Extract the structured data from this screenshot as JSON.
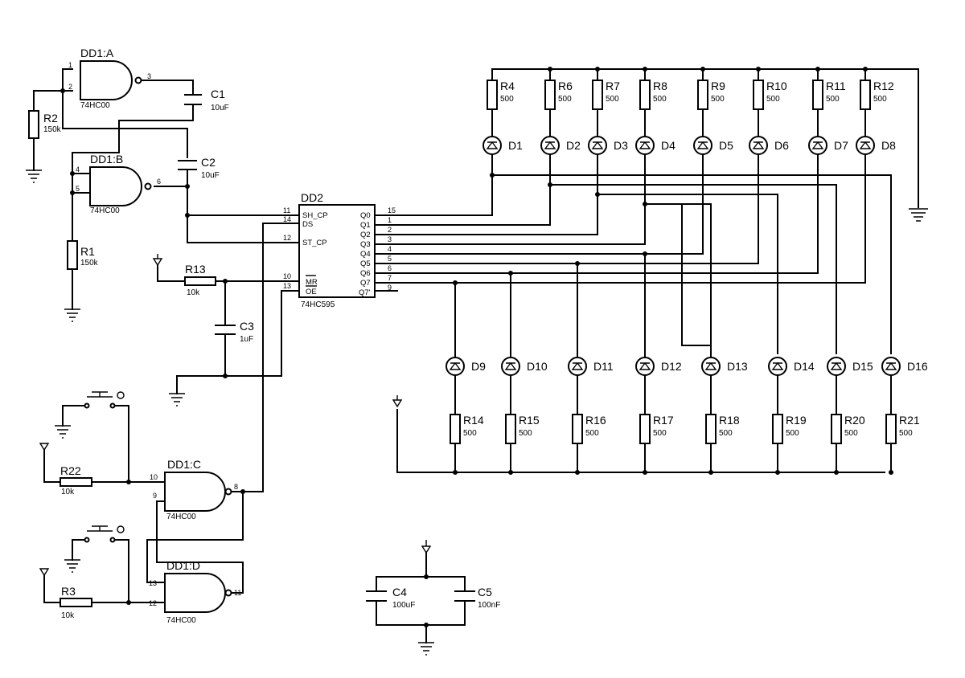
{
  "gates": [
    {
      "name": "DD1:A",
      "part": "74HC00",
      "pins": [
        "1",
        "2",
        "3"
      ]
    },
    {
      "name": "DD1:B",
      "part": "74HC00",
      "pins": [
        "4",
        "5",
        "6"
      ]
    },
    {
      "name": "DD1:C",
      "part": "74HC00",
      "pins": [
        "10",
        "9",
        "8"
      ]
    },
    {
      "name": "DD1:D",
      "part": "74HC00",
      "pins": [
        "13",
        "12",
        "11"
      ]
    }
  ],
  "shift_register": {
    "name": "DD2",
    "part": "74HC595",
    "inputs": [
      {
        "pin": "11",
        "label": "SH_CP"
      },
      {
        "pin": "14",
        "label": "DS"
      },
      {
        "pin": "12",
        "label": "ST_CP"
      },
      {
        "pin": "10",
        "label": "MR"
      },
      {
        "pin": "13",
        "label": "OE"
      }
    ],
    "outputs": [
      {
        "pin": "15",
        "label": "Q0"
      },
      {
        "pin": "1",
        "label": "Q1"
      },
      {
        "pin": "2",
        "label": "Q2"
      },
      {
        "pin": "3",
        "label": "Q3"
      },
      {
        "pin": "4",
        "label": "Q4"
      },
      {
        "pin": "5",
        "label": "Q5"
      },
      {
        "pin": "6",
        "label": "Q6"
      },
      {
        "pin": "7",
        "label": "Q7"
      },
      {
        "pin": "9",
        "label": "Q7'"
      }
    ]
  },
  "resistors": [
    {
      "name": "R2",
      "value": "150k"
    },
    {
      "name": "R1",
      "value": "150k"
    },
    {
      "name": "R13",
      "value": "10k"
    },
    {
      "name": "R22",
      "value": "10k"
    },
    {
      "name": "R3",
      "value": "10k"
    },
    {
      "name": "R4",
      "value": "500"
    },
    {
      "name": "R6",
      "value": "500"
    },
    {
      "name": "R7",
      "value": "500"
    },
    {
      "name": "R8",
      "value": "500"
    },
    {
      "name": "R9",
      "value": "500"
    },
    {
      "name": "R10",
      "value": "500"
    },
    {
      "name": "R11",
      "value": "500"
    },
    {
      "name": "R12",
      "value": "500"
    },
    {
      "name": "R14",
      "value": "500"
    },
    {
      "name": "R15",
      "value": "500"
    },
    {
      "name": "R16",
      "value": "500"
    },
    {
      "name": "R17",
      "value": "500"
    },
    {
      "name": "R18",
      "value": "500"
    },
    {
      "name": "R19",
      "value": "500"
    },
    {
      "name": "R20",
      "value": "500"
    },
    {
      "name": "R21",
      "value": "500"
    }
  ],
  "capacitors": [
    {
      "name": "C1",
      "value": "10uF"
    },
    {
      "name": "C2",
      "value": "10uF"
    },
    {
      "name": "C3",
      "value": "1uF"
    },
    {
      "name": "C4",
      "value": "100uF"
    },
    {
      "name": "C5",
      "value": "100nF"
    }
  ],
  "diodes_top": [
    "D1",
    "D2",
    "D3",
    "D4",
    "D5",
    "D6",
    "D7",
    "D8"
  ],
  "diodes_bottom": [
    "D9",
    "D10",
    "D11",
    "D12",
    "D13",
    "D14",
    "D15",
    "D16"
  ]
}
